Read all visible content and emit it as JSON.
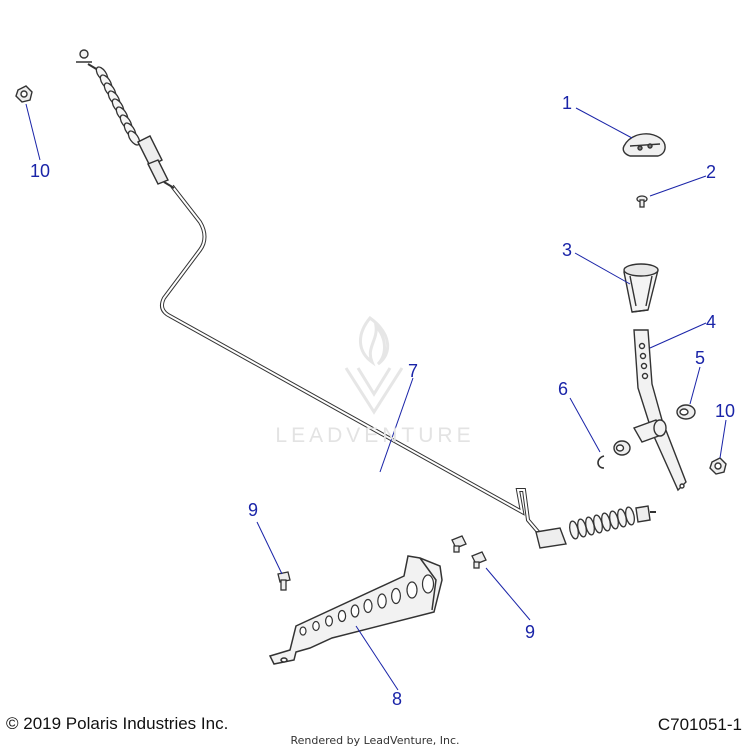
{
  "callouts": [
    {
      "id": "c1",
      "text": "1"
    },
    {
      "id": "c2",
      "text": "2"
    },
    {
      "id": "c3",
      "text": "3"
    },
    {
      "id": "c4",
      "text": "4"
    },
    {
      "id": "c5",
      "text": "5"
    },
    {
      "id": "c6",
      "text": "6"
    },
    {
      "id": "c7",
      "text": "7"
    },
    {
      "id": "c8",
      "text": "8"
    },
    {
      "id": "c9a",
      "text": "9"
    },
    {
      "id": "c9b",
      "text": "9"
    },
    {
      "id": "c10a",
      "text": "10"
    },
    {
      "id": "c10b",
      "text": "10"
    }
  ],
  "watermark": "LEADVENTURE",
  "footer": {
    "copyright": "© 2019 Polaris Industries Inc.",
    "rendered_by": "Rendered by LeadVenture, Inc.",
    "drawing_number": "C701051-1"
  },
  "colors": {
    "callout": "#1a24a8",
    "leader": "#1a24a8",
    "part_stroke": "#333333",
    "part_fill": "#f2f2f2",
    "watermark": "#e3e3e3"
  }
}
